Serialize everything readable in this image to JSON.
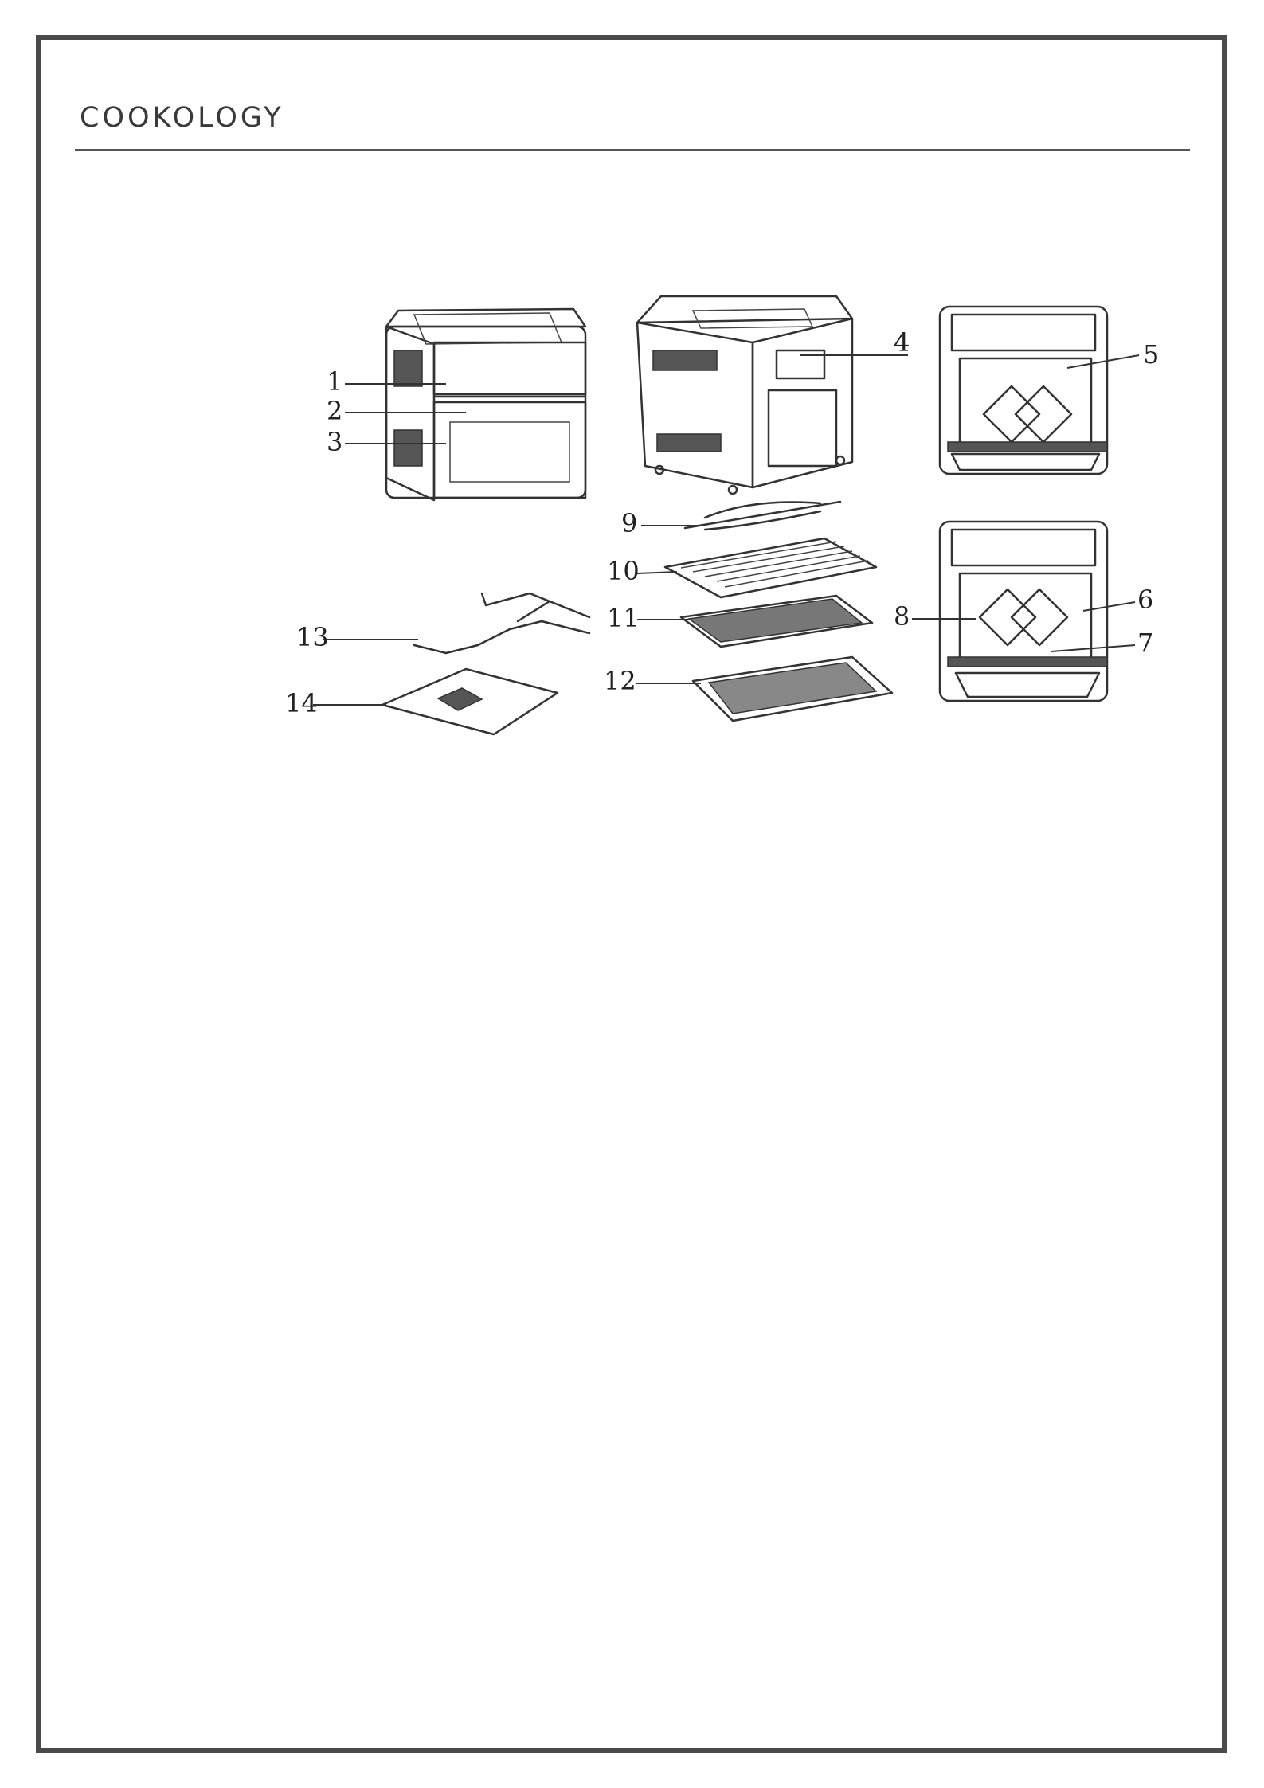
{
  "header": {
    "brand": "COOKOLOGY"
  },
  "diagram": {
    "labels": [
      "1",
      "2",
      "3",
      "4",
      "5",
      "6",
      "7",
      "8",
      "9",
      "10",
      "11",
      "12",
      "13",
      "14"
    ]
  }
}
